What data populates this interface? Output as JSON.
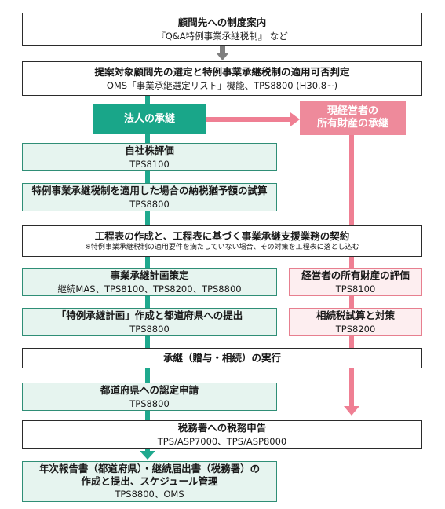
{
  "steps": {
    "intro": {
      "title": "顧問先への制度案内",
      "sub": "『Q&A特例事業承継税制』 など"
    },
    "selection": {
      "title": "提案対象顧問先の選定と特例事業承継税制の適用可否判定",
      "sub": "OMS「事業承継選定リスト」機能、TPS8800 (H30.8~)"
    },
    "corp_header": {
      "title": "法人の承継"
    },
    "owner_header": {
      "title": "現経営者の",
      "title2": "所有財産の承継"
    },
    "stock_eval": {
      "title": "自社株評価",
      "sub": "TPS8100"
    },
    "tax_trial": {
      "title": "特例事業承継税制を適用した場合の納税猶予額の試算",
      "sub": "TPS8800"
    },
    "contract": {
      "title": "工程表の作成と、工程表に基づく事業承継支援業務の契約",
      "note": "※特例事業承継税制の適用要件を満たしていない場合、その対策を工程表に落とし込む"
    },
    "plan": {
      "title": "事業承継計画策定",
      "sub": "継続MAS、TPS8100、TPS8200、TPS8800"
    },
    "owner_eval": {
      "title": "経営者の所有財産の評価",
      "sub": "TPS8100"
    },
    "special_plan": {
      "title": "「特例承継計画」作成と都道府県への提出",
      "sub": "TPS8800"
    },
    "inherit_tax": {
      "title": "相続税試算と対策",
      "sub": "TPS8200"
    },
    "execution": {
      "title": "承継（贈与・相続）の実行"
    },
    "certification": {
      "title": "都道府県への認定申請",
      "sub": "TPS8800"
    },
    "tax_filing": {
      "title": "税務署への税務申告",
      "sub": "TPS/ASP7000、TPS/ASP8000"
    },
    "annual": {
      "title": "年次報告書（都道府県）・継続届出書（税務署）の",
      "title2": "作成と提出、スケジュール管理",
      "sub": "TPS8800、OMS"
    }
  },
  "colors": {
    "green": "#19a689",
    "pink": "#ee8a9b",
    "gray": "#7f7f7f"
  }
}
